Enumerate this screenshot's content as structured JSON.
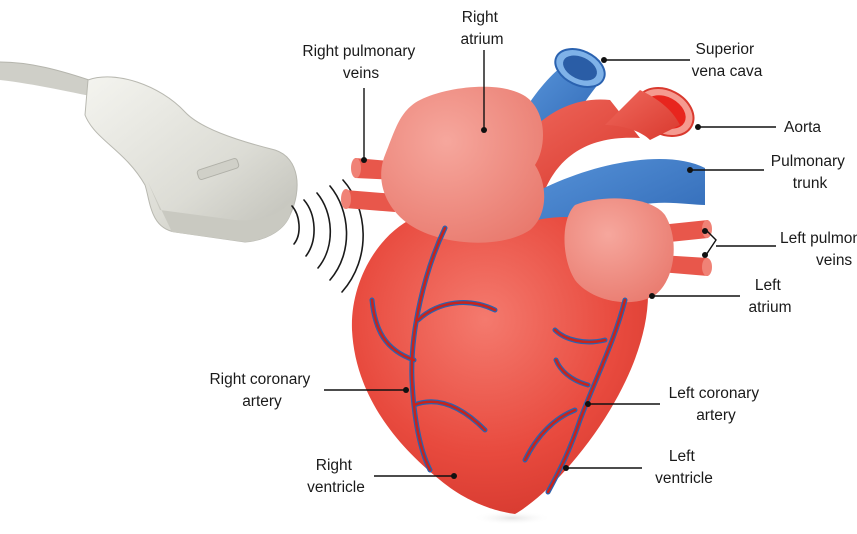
{
  "labels": {
    "right_pulmonary_veins": [
      "Right pulmonary",
      "veins"
    ],
    "right_atrium": [
      "Right",
      "atrium"
    ],
    "superior_vena_cava": [
      "Superior",
      "vena cava"
    ],
    "aorta": [
      "Aorta"
    ],
    "pulmonary_trunk": [
      "Pulmonary",
      "trunk"
    ],
    "left_pulmonary_veins": [
      "Left pulmonary",
      "veins"
    ],
    "left_atrium": [
      "Left",
      "atrium"
    ],
    "right_coronary_artery": [
      "Right coronary",
      "artery"
    ],
    "left_coronary_artery": [
      "Left coronary",
      "artery"
    ],
    "right_ventricle": [
      "Right",
      "ventricle"
    ],
    "left_ventricle": [
      "Left",
      "ventricle"
    ]
  },
  "colors": {
    "ventricle": "#e8473c",
    "ventricle_light": "#f07a6c",
    "atrium": "#f08a80",
    "aorta": "#e84a3e",
    "vessel_blue": "#2f6fc0",
    "vessel_blue_light": "#5a97dc",
    "probe_body": "#e6e6e0",
    "probe_shadow": "#bdbdb5"
  },
  "icons": [
    "ultrasound-probe-icon",
    "ultrasound-wave-icon",
    "heart-illustration"
  ]
}
